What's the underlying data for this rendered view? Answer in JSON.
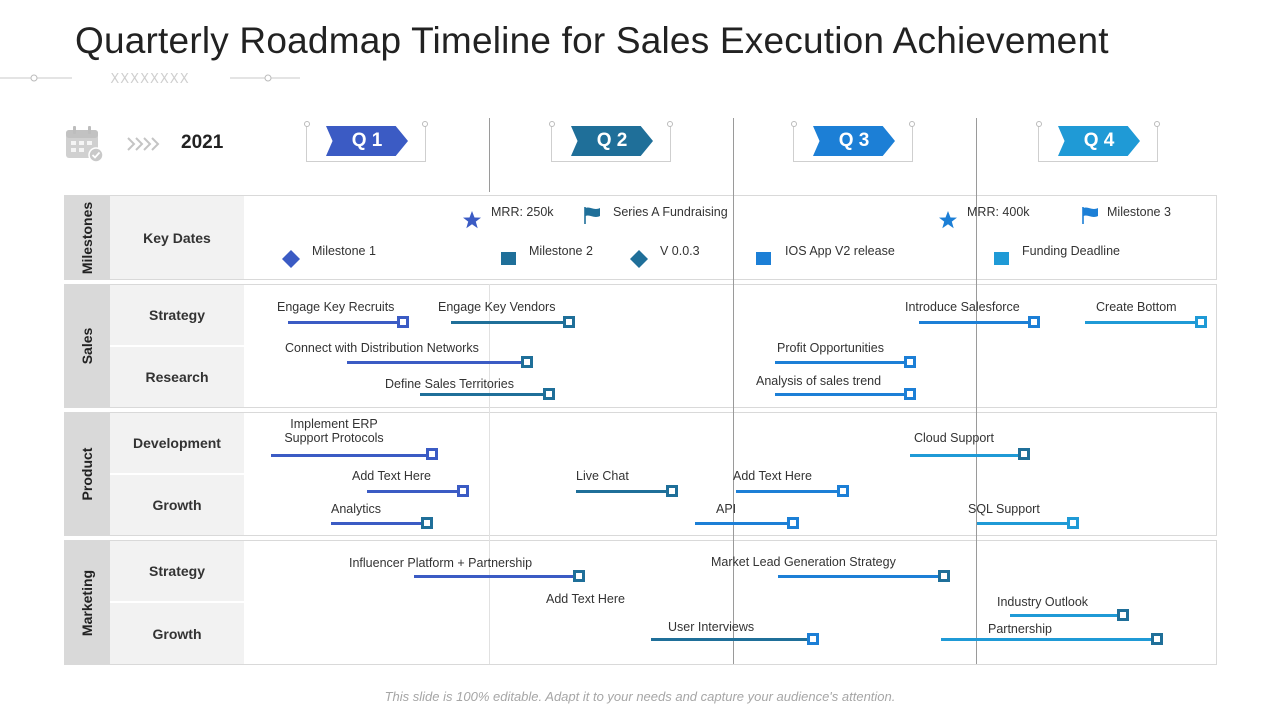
{
  "title": "Quarterly Roadmap Timeline for Sales Execution Achievement",
  "year": "2021",
  "decoration": "XXXXXXXX",
  "footer": "This slide is 100% editable. Adapt it to your needs and capture your audience's attention.",
  "colors": {
    "q1": "#3b5bc4",
    "q2": "#1f6f99",
    "q3": "#1c7fd6",
    "q4": "#1f9ad6",
    "section_label": "#d9d9d9",
    "row_label": "#f2f2f2"
  },
  "quarters": [
    {
      "label": "Q 1",
      "color": "#3b5bc4"
    },
    {
      "label": "Q 2",
      "color": "#1f6f99"
    },
    {
      "label": "Q 3",
      "color": "#1c7fd6"
    },
    {
      "label": "Q 4",
      "color": "#1f9ad6"
    }
  ],
  "sections": [
    {
      "name": "Milestones",
      "rows": [
        "Key Dates"
      ]
    },
    {
      "name": "Sales",
      "rows": [
        "Strategy",
        "Research"
      ]
    },
    {
      "name": "Product",
      "rows": [
        "Development",
        "Growth"
      ]
    },
    {
      "name": "Marketing",
      "rows": [
        "Strategy",
        "Growth"
      ]
    }
  ],
  "milestones": [
    {
      "label": "MRR: 250k",
      "icon": "star-icon",
      "color": "#3b5bc4"
    },
    {
      "label": "Series A Fundraising",
      "icon": "flag-icon",
      "color": "#1f6f99"
    },
    {
      "label": "MRR: 400k",
      "icon": "star-icon",
      "color": "#1c7fd6"
    },
    {
      "label": "Milestone 3",
      "icon": "flag-icon",
      "color": "#1c7fd6"
    },
    {
      "label": "Milestone 1",
      "icon": "diamond-icon",
      "color": "#3b5bc4"
    },
    {
      "label": "Milestone 2",
      "icon": "square-icon",
      "color": "#1f6f99"
    },
    {
      "label": "V 0.0.3",
      "icon": "diamond-icon",
      "color": "#1f6f99"
    },
    {
      "label": "IOS App V2 release",
      "icon": "square-icon",
      "color": "#1c7fd6"
    },
    {
      "label": "Funding Deadline",
      "icon": "square-icon",
      "color": "#1f9ad6"
    }
  ],
  "tasks": [
    {
      "label": "Engage Key Recruits",
      "color": "#3b5bc4"
    },
    {
      "label": "Engage Key Vendors",
      "color": "#1f6f99"
    },
    {
      "label": "Introduce Salesforce",
      "color": "#1c7fd6"
    },
    {
      "label": "Create Bottom",
      "color": "#1f9ad6"
    },
    {
      "label": "Connect with Distribution Networks",
      "color": "#3b5bc4"
    },
    {
      "label": "Profit Opportunities",
      "color": "#1c7fd6"
    },
    {
      "label": "Define Sales Territories",
      "color": "#1f6f99"
    },
    {
      "label": "Analysis of sales trend",
      "color": "#1c7fd6"
    },
    {
      "label": "Implement ERP\nSupport Protocols",
      "color": "#3b5bc4"
    },
    {
      "label": "Cloud Support",
      "color": "#1f9ad6"
    },
    {
      "label": "Add Text Here",
      "color": "#3b5bc4"
    },
    {
      "label": "Live Chat",
      "color": "#1f6f99"
    },
    {
      "label": "Add Text Here",
      "color": "#1c7fd6"
    },
    {
      "label": "Analytics",
      "color": "#3b5bc4"
    },
    {
      "label": "API",
      "color": "#1c7fd6"
    },
    {
      "label": "SQL Support",
      "color": "#1f9ad6"
    },
    {
      "label": "Influencer  Platform + Partnership",
      "color": "#3b5bc4"
    },
    {
      "label": "Market Lead Generation Strategy",
      "color": "#1c7fd6"
    },
    {
      "label": "Add Text Here",
      "color": "#1f6f99"
    },
    {
      "label": "Industry Outlook",
      "color": "#1f9ad6"
    },
    {
      "label": "User Interviews",
      "color": "#1f6f99"
    },
    {
      "label": "Partnership",
      "color": "#1f9ad6"
    }
  ]
}
